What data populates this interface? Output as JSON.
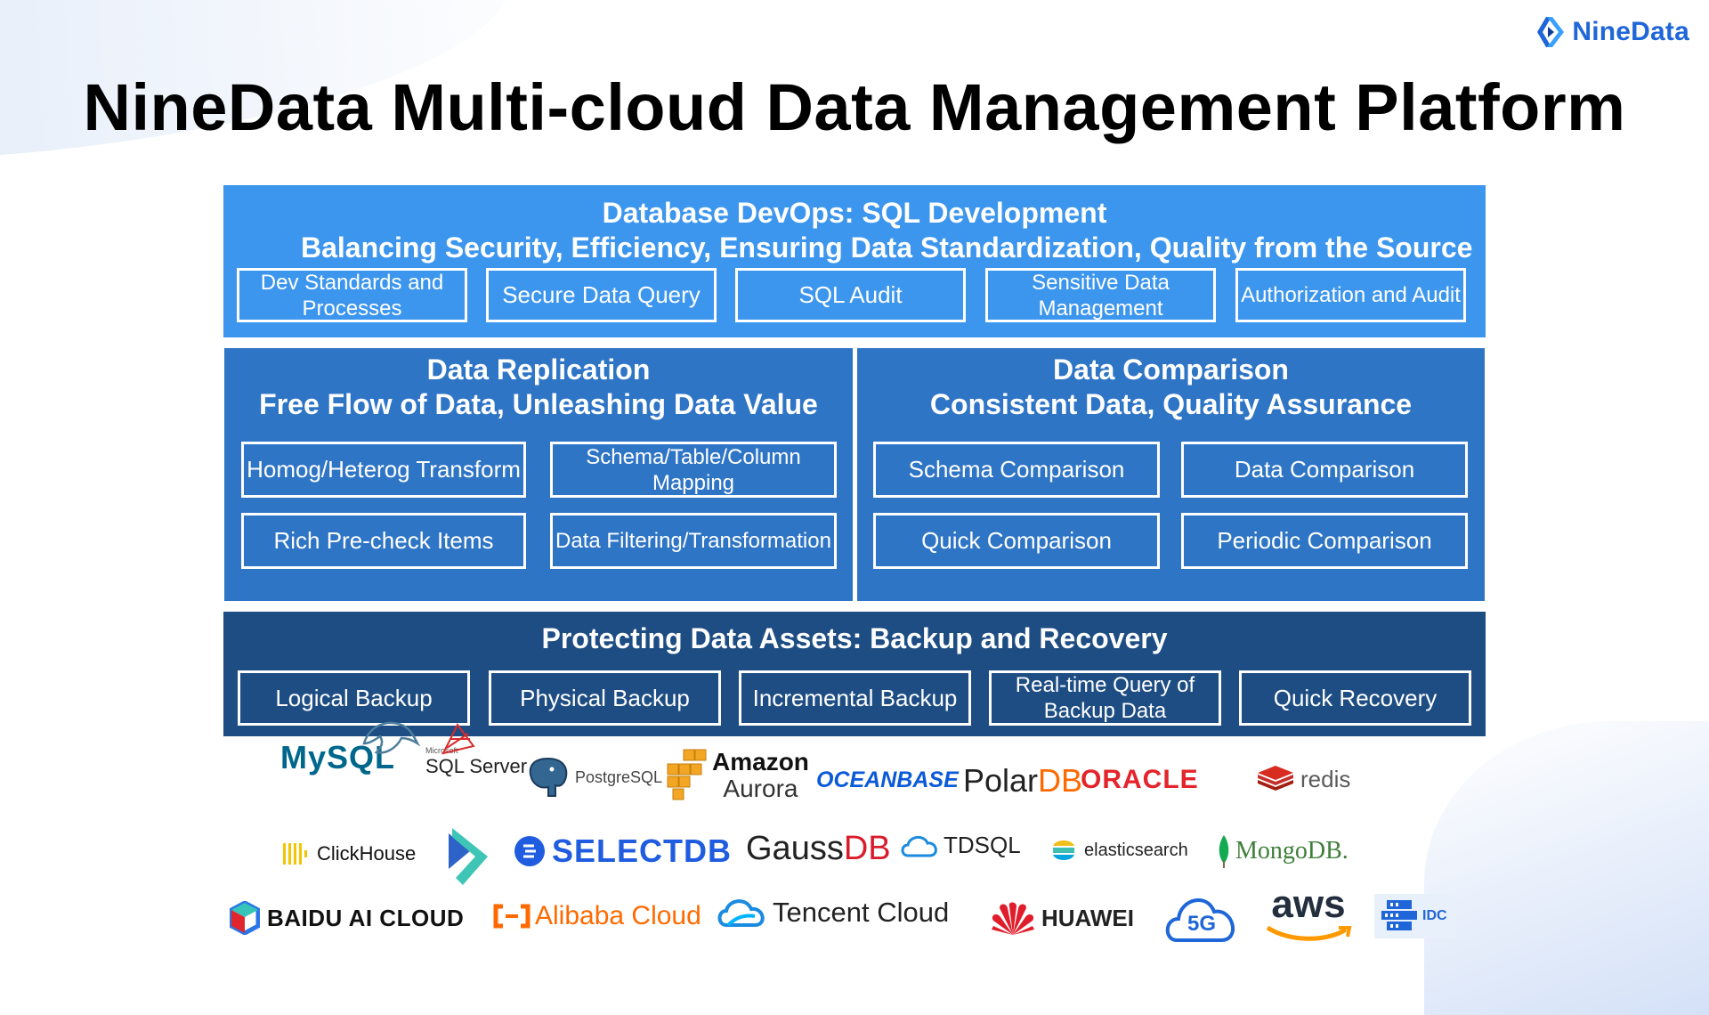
{
  "brand": {
    "name": "NineData"
  },
  "title": "NineData Multi-cloud Data Management Platform",
  "devops": {
    "heading1": "Database DevOps: SQL Development",
    "heading2": "Balancing Security, Efficiency, Ensuring Data Standardization, Quality from the Source",
    "items": [
      "Dev Standards and Processes",
      "Secure Data Query",
      "SQL Audit",
      "Sensitive Data Management",
      "Authorization and Audit"
    ]
  },
  "replication": {
    "heading1": "Data Replication",
    "heading2": "Free Flow of Data, Unleashing Data Value",
    "items": [
      "Homog/Heterog Transform",
      "Schema/Table/Column Mapping",
      "Rich Pre-check Items",
      "Data Filtering/Transformation"
    ]
  },
  "comparison": {
    "heading1": "Data Comparison",
    "heading2": "Consistent Data, Quality Assurance",
    "items": [
      "Schema Comparison",
      "Data Comparison",
      "Quick Comparison",
      "Periodic Comparison"
    ]
  },
  "backup": {
    "heading": "Protecting Data Assets: Backup and Recovery",
    "items": [
      "Logical Backup",
      "Physical Backup",
      "Incremental Backup",
      "Real-time Query of Backup Data",
      "Quick Recovery"
    ]
  },
  "logos": {
    "mysql": "MySQL",
    "sqlserver_small": "Microsoft",
    "sqlserver": "SQL Server",
    "postgresql": "PostgreSQL",
    "aurora1": "Amazon",
    "aurora2": "Aurora",
    "oceanbase": "OCEANBASE",
    "polardb1": "Polar",
    "polardb2": "DB",
    "oracle": "ORACLE",
    "redis": "redis",
    "clickhouse": "ClickHouse",
    "selectdb": "SELECTDB",
    "gaussdb1": "Gauss",
    "gaussdb2": "DB",
    "tdsql": "TDSQL",
    "elasticsearch": "elasticsearch",
    "mongodb": "MongoDB.",
    "baidu": "BAIDU AI CLOUD",
    "alibaba": "Alibaba Cloud",
    "tencent": "Tencent Cloud",
    "huawei": "HUAWEI",
    "fiveg": "5G",
    "aws": "aws",
    "idc": "IDC"
  },
  "colors": {
    "devops": "#3d96ee",
    "replication": "#2f75c6",
    "backup": "#1e4d84",
    "brand": "#1f66d8",
    "alibaba": "#ff6a00",
    "oracle": "#e3242b"
  }
}
